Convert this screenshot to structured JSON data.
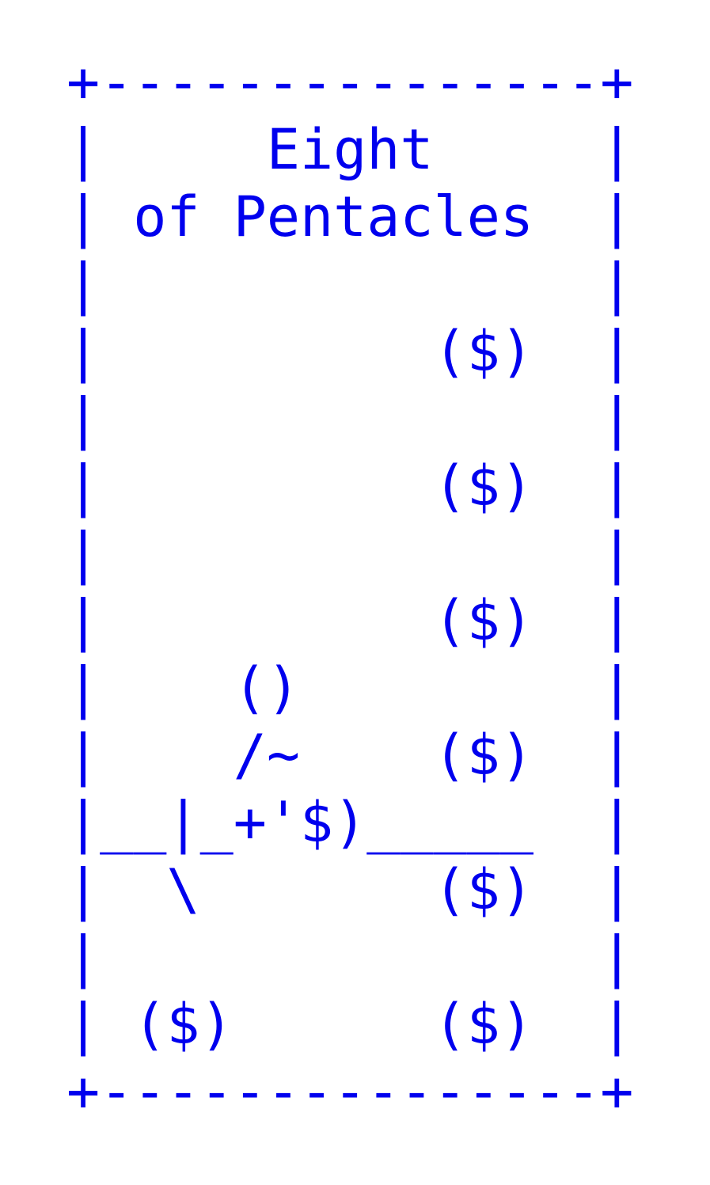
{
  "card": {
    "title_line1": "Eight",
    "title_line2": "of Pentacles",
    "text_color": "#0000ee",
    "lines": [
      "+---------------+",
      "|     Eight     |",
      "| of Pentacles  |",
      "|               |",
      "|          ($)  |",
      "|               |",
      "|          ($)  |",
      "|               |",
      "|          ($)  |",
      "|    ()         |",
      "|    /~    ($)  |",
      "|__|_+'$)_____  |",
      "|  \\       ($)  |",
      "|               |",
      "| ($)      ($)  |",
      "+---------------+"
    ]
  }
}
